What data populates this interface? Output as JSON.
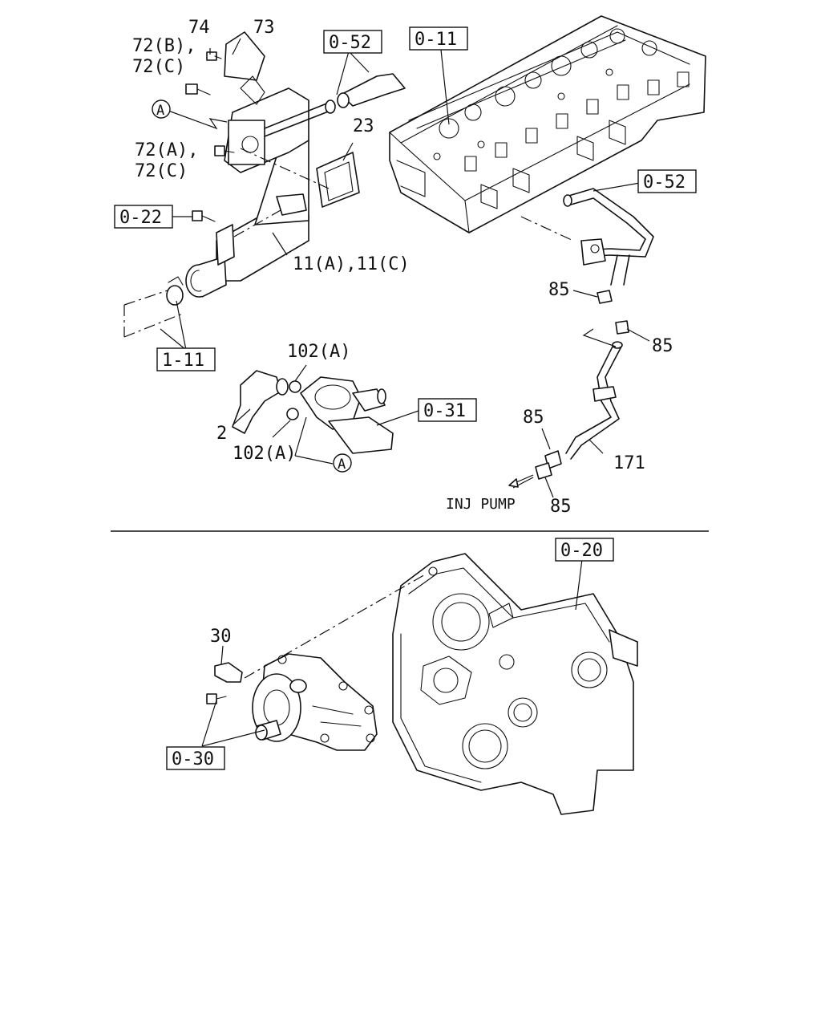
{
  "labels": {
    "ref_74": "74",
    "ref_73": "73",
    "ref_72b": "72(B),",
    "ref_72c_top": "72(C)",
    "ref_72a": "72(A),",
    "ref_72c_bottom": "72(C)",
    "ref_a_top": "A",
    "ref_23": "23",
    "ref_11": "11(A),11(C)",
    "ref_102a_top": "102(A)",
    "ref_2": "2",
    "ref_102a_bottom": "102(A)",
    "ref_a_bottom": "A",
    "ref_85_a": "85",
    "ref_85_b": "85",
    "ref_85_c": "85",
    "ref_85_d": "85",
    "ref_171": "171",
    "inj_pump": "INJ PUMP",
    "ref_30": "30"
  },
  "boxes": {
    "box_0_52_top": "0-52",
    "box_0_11": "0-11",
    "box_0_52_right": "0-52",
    "box_0_22": "0-22",
    "box_1_11": "1-11",
    "box_0_31": "0-31",
    "box_0_20": "0-20",
    "box_0_30": "0-30"
  }
}
